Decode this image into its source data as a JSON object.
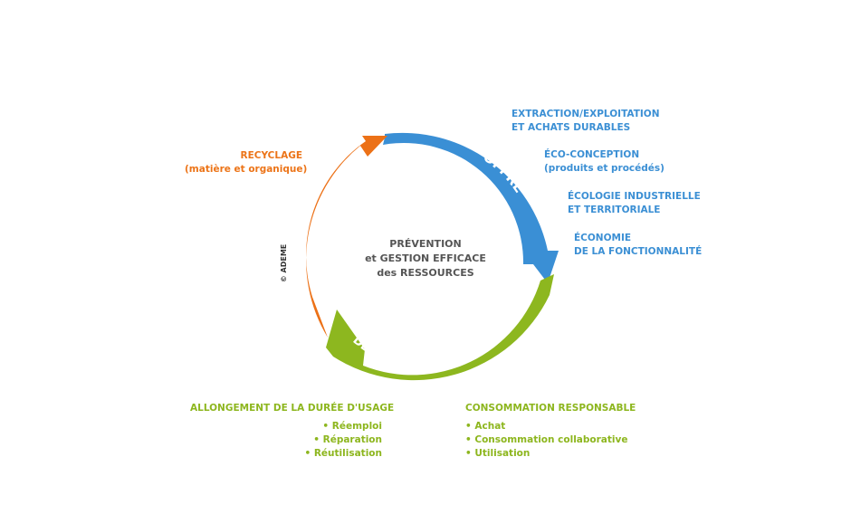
{
  "center": {
    "line1": "PRÉVENTION",
    "line2": "et GESTION EFFICACE",
    "line3": "des RESSOURCES"
  },
  "cycle": {
    "offre": {
      "title": "OFFRE",
      "subtitle_small": "des",
      "subtitle_caps": "ACTEURS ÉCONOMIQUES",
      "color": "#3a8fd5"
    },
    "demande": {
      "title": "DEMANDE ET COMPORTEMENT",
      "subtitle_small": "des",
      "subtitle_caps": "CONSOMMATEURS",
      "color": "#8db71f"
    },
    "gestion": {
      "title": "GESTION DES DÉCHETS",
      "color": "#ec7117"
    }
  },
  "copyright": "© ADEME",
  "offre_items": [
    {
      "line1": "EXTRACTION/EXPLOITATION",
      "line2": "ET ACHATS DURABLES"
    },
    {
      "line1": "ÉCO-CONCEPTION",
      "line2": "(produits et procédés)"
    },
    {
      "line1": "ÉCOLOGIE INDUSTRIELLE",
      "line2": "ET TERRITORIALE"
    },
    {
      "line1": "ÉCONOMIE",
      "line2": "DE LA FONCTIONNALITÉ"
    }
  ],
  "gestion_items": {
    "line1": "RECYCLAGE",
    "line2": "(matière et organique)"
  },
  "usage": {
    "title": "ALLONGEMENT DE LA DURÉE D'USAGE",
    "items": [
      "• Réemploi",
      "• Réparation",
      "• Réutilisation"
    ]
  },
  "consommation": {
    "title": "CONSOMMATION RESPONSABLE",
    "items": [
      "• Achat",
      "• Consommation collaborative",
      "• Utilisation"
    ]
  }
}
